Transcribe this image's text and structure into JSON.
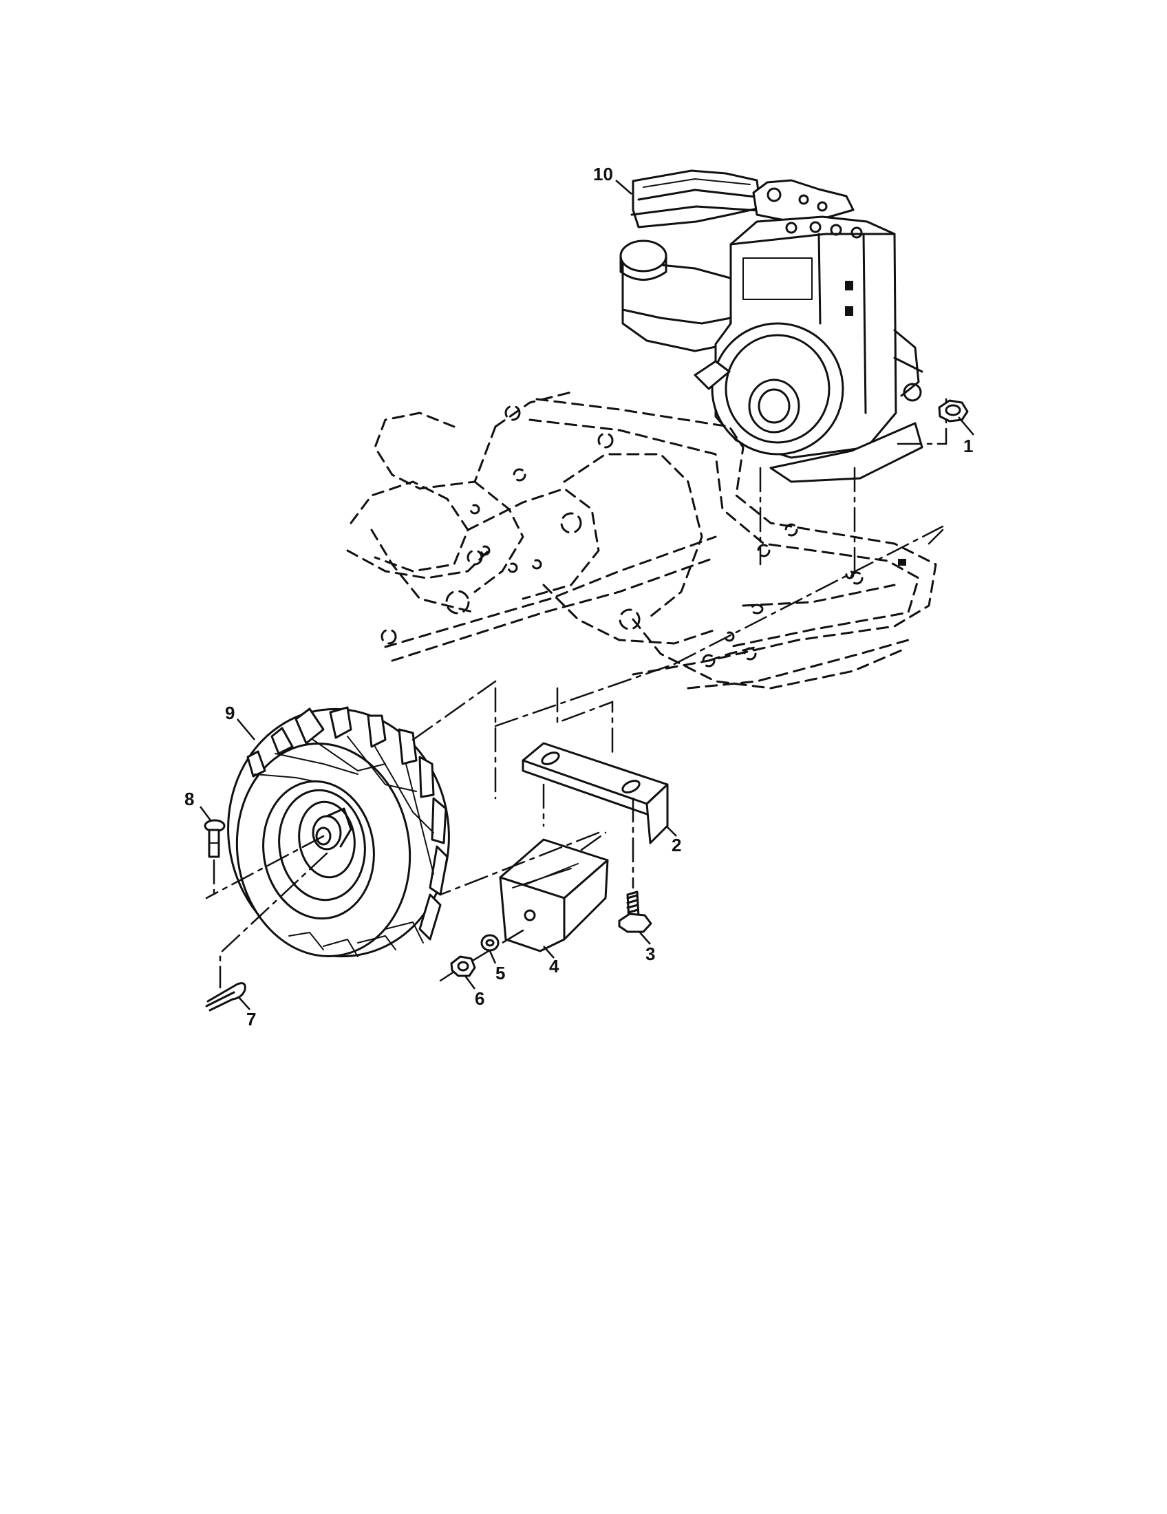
{
  "callouts": [
    {
      "id": "1",
      "text": "1"
    },
    {
      "id": "2",
      "text": "2"
    },
    {
      "id": "3",
      "text": "3"
    },
    {
      "id": "4",
      "text": "4"
    },
    {
      "id": "5",
      "text": "5"
    },
    {
      "id": "6",
      "text": "6"
    },
    {
      "id": "7",
      "text": "7"
    },
    {
      "id": "8",
      "text": "8"
    },
    {
      "id": "9",
      "text": "9"
    },
    {
      "id": "10",
      "text": "10"
    }
  ],
  "icons": {
    "engine": "engine-icon",
    "frame": "tiller-frame-outline",
    "wheel": "tire-wheel-icon",
    "bracket": "mounting-bracket-icon",
    "weight": "wheel-weight-icon",
    "bolt": "hex-bolt-icon",
    "nut": "hex-nut-icon",
    "washer": "lock-washer-icon",
    "clevis_pin": "clevis-pin-icon",
    "hairpin_clip": "hairpin-clip-icon"
  }
}
